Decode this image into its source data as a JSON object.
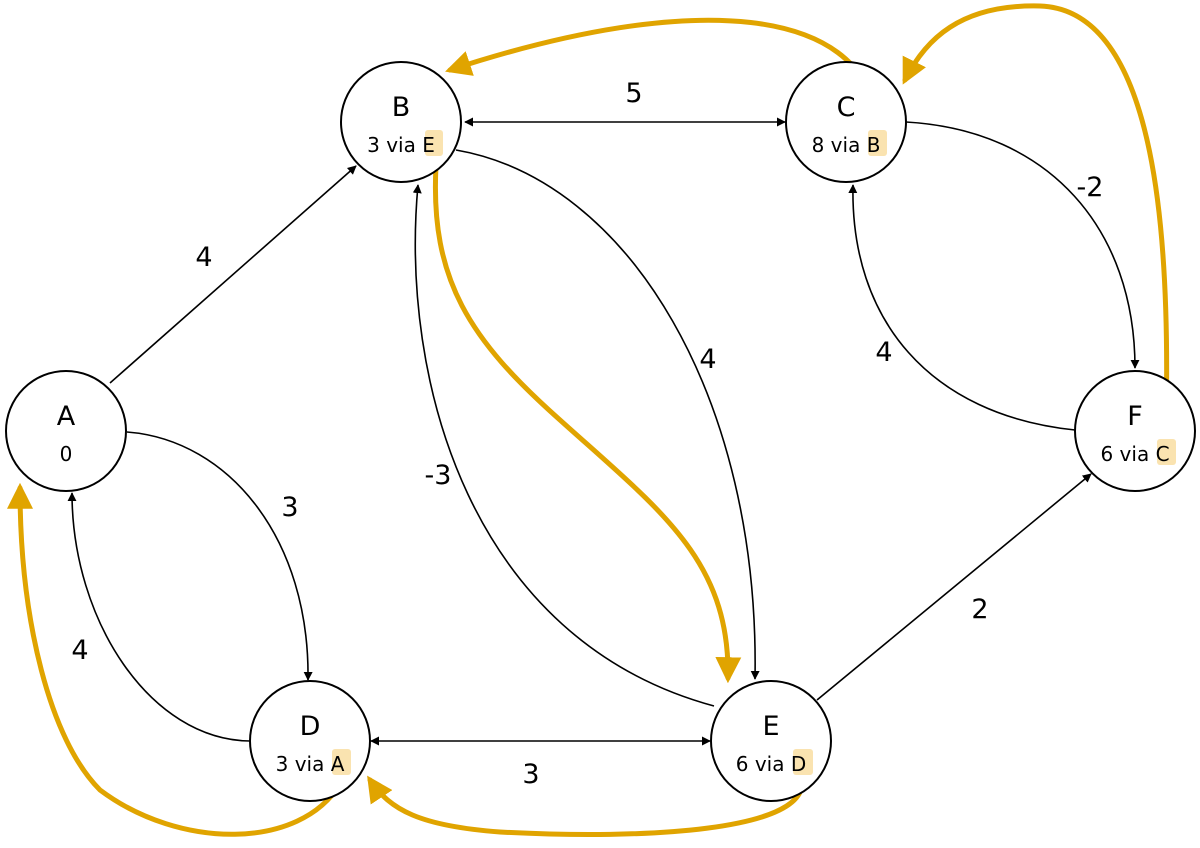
{
  "colors": {
    "node_stroke": "#000000",
    "edge": "#000000",
    "predecessor": "#E0A400",
    "highlight": "#FAE3B0"
  },
  "nodes": {
    "A": {
      "name": "A",
      "dist": "0",
      "via": ""
    },
    "B": {
      "name": "B",
      "dist": "3",
      "via": "E"
    },
    "C": {
      "name": "C",
      "dist": "8",
      "via": "B"
    },
    "D": {
      "name": "D",
      "dist": "3",
      "via": "A"
    },
    "E": {
      "name": "E",
      "dist": "6",
      "via": "D"
    },
    "F": {
      "name": "F",
      "dist": "6",
      "via": "C"
    }
  },
  "via_word": "via",
  "edges": [
    {
      "id": "A-B",
      "from": "A",
      "to": "B",
      "weight": "4"
    },
    {
      "id": "A-D",
      "from": "A",
      "to": "D",
      "weight": "3"
    },
    {
      "id": "D-A",
      "from": "D",
      "to": "A",
      "weight": "4"
    },
    {
      "id": "B-C",
      "from": "B",
      "to": "C",
      "weight": "5",
      "bidirectional": true
    },
    {
      "id": "B-E",
      "from": "B",
      "to": "E",
      "weight": "4"
    },
    {
      "id": "E-B",
      "from": "E",
      "to": "B",
      "weight": "-3"
    },
    {
      "id": "C-F",
      "from": "C",
      "to": "F",
      "weight": "-2"
    },
    {
      "id": "F-C",
      "from": "F",
      "to": "C",
      "weight": "4"
    },
    {
      "id": "D-E",
      "from": "D",
      "to": "E",
      "weight": "3",
      "bidirectional": true
    },
    {
      "id": "E-F",
      "from": "E",
      "to": "F",
      "weight": "2"
    }
  ],
  "predecessor_links": [
    {
      "id": "B-to-E",
      "from": "B",
      "to": "E"
    },
    {
      "id": "C-to-B",
      "from": "C",
      "to": "B"
    },
    {
      "id": "F-to-C",
      "from": "F",
      "to": "C"
    },
    {
      "id": "D-to-A",
      "from": "D",
      "to": "A"
    },
    {
      "id": "E-to-D",
      "from": "E",
      "to": "D"
    }
  ]
}
